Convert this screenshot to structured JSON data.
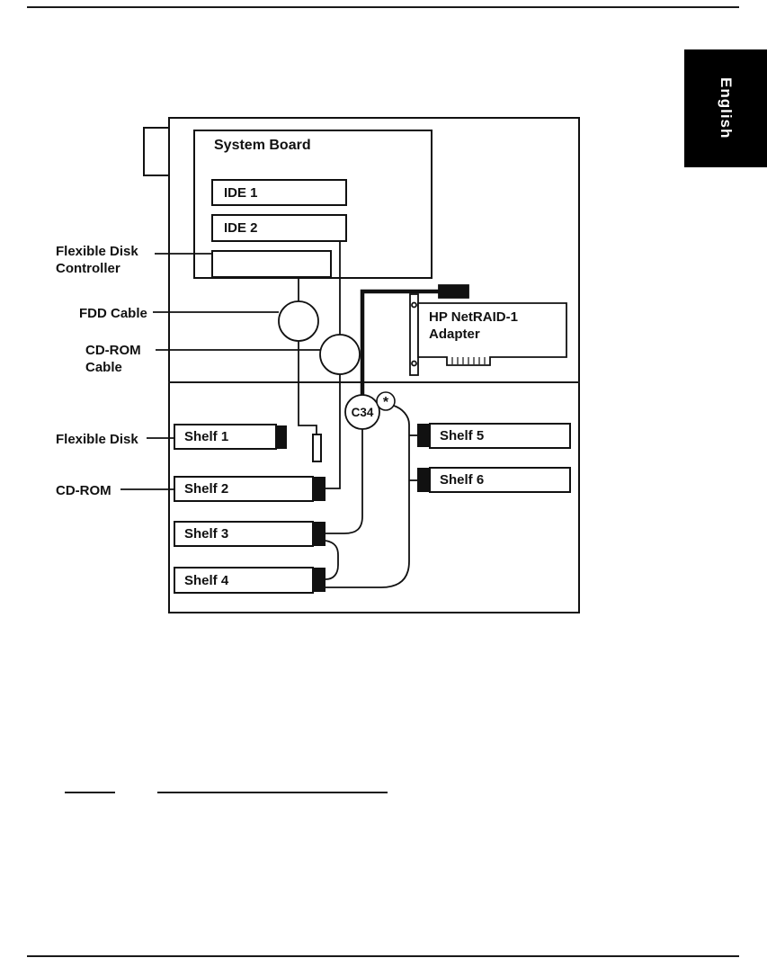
{
  "page": {
    "language_tab": "English"
  },
  "diagram": {
    "system_board": {
      "title": "System Board",
      "ide1_label": "IDE 1",
      "ide2_label": "IDE 2"
    },
    "left_labels": {
      "flexible_disk_controller": "Flexible Disk\nController",
      "fdd_cable": "FDD Cable",
      "cdrom_cable": "CD-ROM\nCable",
      "flexible_disk": "Flexible Disk",
      "cdrom": "CD-ROM"
    },
    "adapter_label": "HP NetRAID-1\nAdapter",
    "c34_label": "C34",
    "asterisk_label": "*",
    "shelves": [
      "Shelf 1",
      "Shelf 2",
      "Shelf 3",
      "Shelf 4",
      "Shelf 5",
      "Shelf 6"
    ]
  },
  "colors": {
    "line": "#111111",
    "tab_bg": "#000000",
    "tab_text": "#ffffff"
  }
}
